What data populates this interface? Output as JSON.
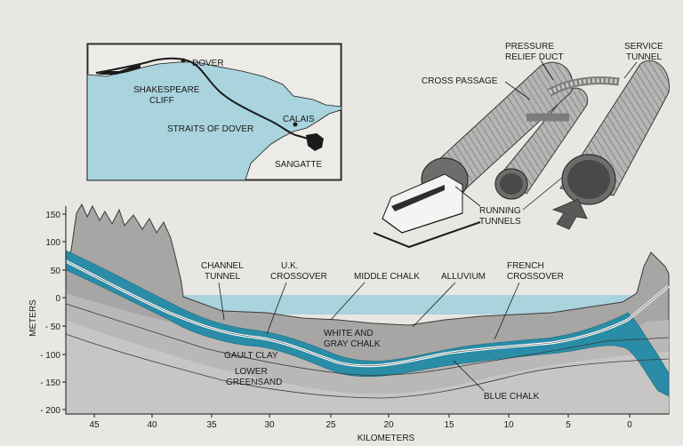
{
  "map": {
    "places": [
      "DOVER",
      "SHAKESPEARE",
      "CLIFF",
      "CALAIS",
      "SANGATTE"
    ],
    "strait": "STRAITS OF DOVER"
  },
  "tunnel_diagram": {
    "labels": {
      "pressure_relief_1": "PRESSURE",
      "pressure_relief_2": "RELIEF DUCT",
      "service_1": "SERVICE",
      "service_2": "TUNNEL",
      "cross_passage": "CROSS PASSAGE",
      "running_1": "RUNNING",
      "running_2": "TUNNELS"
    }
  },
  "profile": {
    "ylabel": "METERS",
    "xlabel": "KILOMETERS",
    "y_ticks": [
      "150",
      "100",
      "50",
      "0",
      "- 50",
      "- 100",
      "- 150",
      "- 200"
    ],
    "x_ticks": [
      "45",
      "40",
      "35",
      "30",
      "25",
      "20",
      "15",
      "10",
      "5",
      "0"
    ],
    "labels": {
      "channel_1": "CHANNEL",
      "channel_2": "TUNNEL",
      "uk_1": "U.K.",
      "uk_2": "CROSSOVER",
      "middle_chalk": "MIDDLE CHALK",
      "alluvium": "ALLUVIUM",
      "french_1": "FRENCH",
      "french_2": "CROSSOVER",
      "white_1": "WHITE AND",
      "white_2": "GRAY CHALK",
      "gault": "GAULT CLAY",
      "lower_1": "LOWER",
      "lower_2": "GREENSAND",
      "blue_chalk": "BLUE CHALK"
    }
  },
  "colors": {
    "sea": "#a9d3dd",
    "blue_chalk": "#2a8ca6",
    "rock": "#a7a6a4",
    "rock_light": "#c4c3c1",
    "background": "#e9e7e3"
  }
}
